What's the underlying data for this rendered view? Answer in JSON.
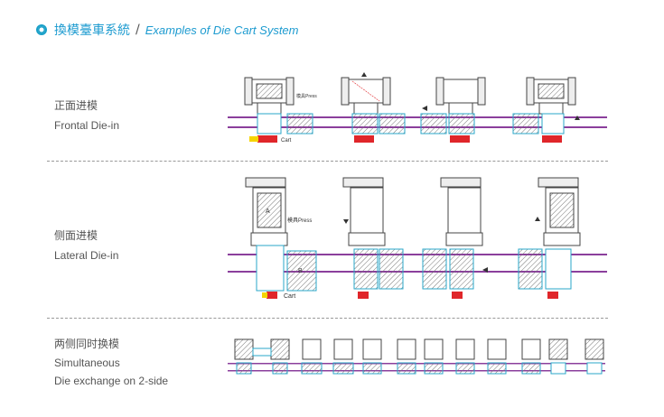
{
  "header": {
    "title_zh": "換模臺車系統",
    "separator": "/",
    "title_en": "Examples of Die Cart System"
  },
  "sections": [
    {
      "label_zh": "正面进模",
      "label_en_lines": [
        "Frontal Die-in"
      ]
    },
    {
      "label_zh": "侧面进模",
      "label_en_lines": [
        "Lateral Die-in"
      ]
    },
    {
      "label_zh": "两侧同时换模",
      "label_en_lines": [
        "Simultaneous",
        "Die exchange on 2-side"
      ]
    }
  ],
  "annotations": {
    "press_small": "模具Press",
    "press_large": "模具Press",
    "cart": "Cart",
    "die_a": "A",
    "die_b": "B"
  },
  "colors": {
    "accent": "#1d9bd0",
    "rail": "#8b3f9c",
    "cart": "#e0262a",
    "cyan": "#2aa7c9",
    "yellow": "#f5d400"
  }
}
